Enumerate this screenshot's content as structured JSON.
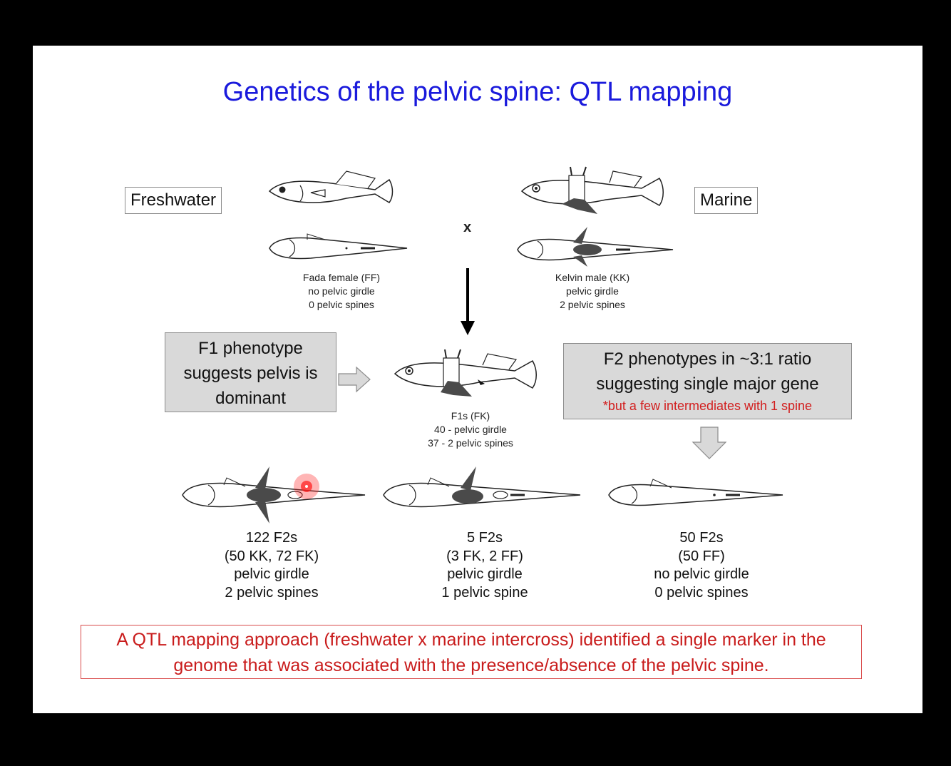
{
  "title": "Genetics of the pelvic spine: QTL mapping",
  "labels": {
    "freshwater": "Freshwater",
    "marine": "Marine",
    "cross": "x"
  },
  "parents": {
    "female": [
      "Fada female (FF)",
      "no pelvic girdle",
      "0 pelvic spines"
    ],
    "male": [
      "Kelvin male (KK)",
      "pelvic girdle",
      "2 pelvic spines"
    ]
  },
  "f1_box": {
    "lines": [
      "F1 phenotype",
      "suggests pelvis is",
      "dominant"
    ]
  },
  "f1_caption": [
    "F1s (FK)",
    "40 - pelvic girdle",
    "37 - 2 pelvic spines"
  ],
  "f2_box": {
    "lines": [
      "F2 phenotypes in ~3:1 ratio",
      "suggesting single major gene"
    ],
    "note": "*but a few intermediates with 1 spine"
  },
  "f2_groups": [
    {
      "lines": [
        "122 F2s",
        "(50 KK, 72 FK)",
        "pelvic girdle",
        "2 pelvic spines"
      ]
    },
    {
      "lines": [
        "5 F2s",
        "(3 FK, 2 FF)",
        "pelvic girdle",
        "1 pelvic spine"
      ]
    },
    {
      "lines": [
        "50 F2s",
        "(50 FF)",
        "no pelvic girdle",
        "0 pelvic spines"
      ]
    }
  ],
  "conclusion": "A QTL mapping approach (freshwater x marine intercross) identified a single marker in the genome that was associated with the presence/absence of the pelvic spine.",
  "colors": {
    "title": "#1a1adc",
    "note_red": "#d21e1e",
    "conclusion_red": "#c91c1c",
    "fish_dark": "#4a4a4a",
    "box_grey": "#d9d9d9"
  }
}
